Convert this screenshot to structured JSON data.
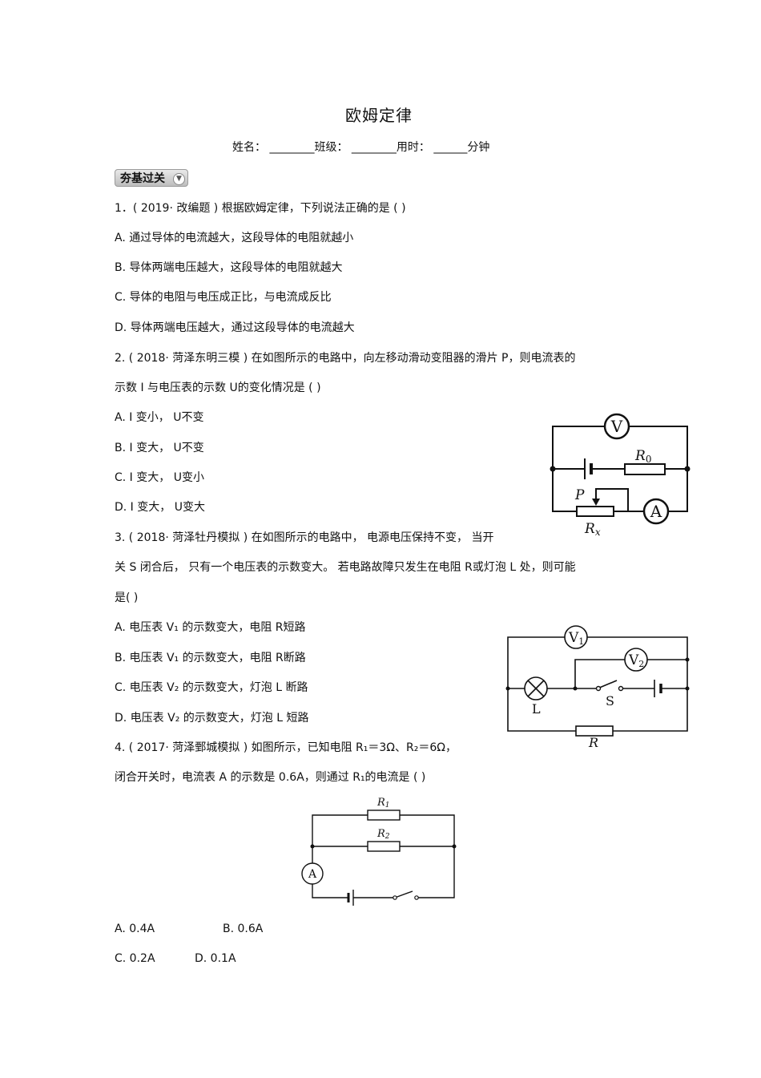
{
  "title": "欧姆定律",
  "header_line": "姓名：  ________班级：  ________用时：  ______分钟",
  "section_badge": "夯基过关",
  "q1": {
    "stem": "1．( 2019·   改编题 ) 根据欧姆定律，下列说法正确的是        (     )",
    "options": [
      "A.  通过导体的电流越大，这段导体的电阻就越小",
      "B.  导体两端电压越大，这段导体的电阻就越大",
      "C.  导体的电阻与电压成正比，与电流成反比",
      "D.  导体两端电压越大，通过这段导体的电流越大"
    ]
  },
  "q2": {
    "stem_line1": "2. ( 2018·   菏泽东明三模   ) 在如图所示的电路中，向左移动滑动变阻器的滑片           P，则电流表的",
    "stem_line2": "示数  I  与电压表的示数    U的变化情况是   (     )",
    "options": [
      "A.  I  变小，  U不变",
      "B.  I  变大，  U不变",
      "C.  I  变大，  U变小",
      "D.  I  变大，  U变大"
    ],
    "figure": {
      "voltmeter": "V",
      "r0": "R",
      "r0_sub": "0",
      "slider": "P",
      "ammeter": "A",
      "rx": "R",
      "rx_sub": "x"
    }
  },
  "q3": {
    "stem_line1": "3. ( 2018·   菏泽牡丹模拟   ) 在如图所示的电路中，      电源电压保持不变，      当开",
    "stem_line2": "关 S 闭合后，  只有一个电压表的示数变大。      若电路故障只发生在电阻        R或灯泡   L 处，则可能",
    "stem_line3": "是(     )",
    "options": [
      "A.  电压表   V₁ 的示数变大，电阻      R短路",
      "B.  电压表   V₁ 的示数变大，电阻      R断路",
      "C.  电压表   V₂ 的示数变大，灯泡      L 断路",
      "D.  电压表   V₂ 的示数变大，灯泡      L 短路"
    ],
    "figure": {
      "v1": "V",
      "v1_sub": "1",
      "v2": "V",
      "v2_sub": "2",
      "lamp": "L",
      "switch": "S",
      "resistor": "R"
    }
  },
  "q4": {
    "stem_line1": "4. ( 2017·   菏泽鄄城模拟   ) 如图所示，已知电阻      R₁＝3Ω、R₂＝6Ω，",
    "stem_line2": "闭合开关时，电流表      A 的示数是   0.6A，则通过    R₁的电流是  (     )",
    "option_a": "A.  0.4A",
    "option_b": "B.  0.6A",
    "option_c": "C.  0.2A",
    "option_d": "D.  0.1A",
    "figure": {
      "r1": "R",
      "r1_sub": "1",
      "r2": "R",
      "r2_sub": "2",
      "ammeter": "A"
    }
  }
}
